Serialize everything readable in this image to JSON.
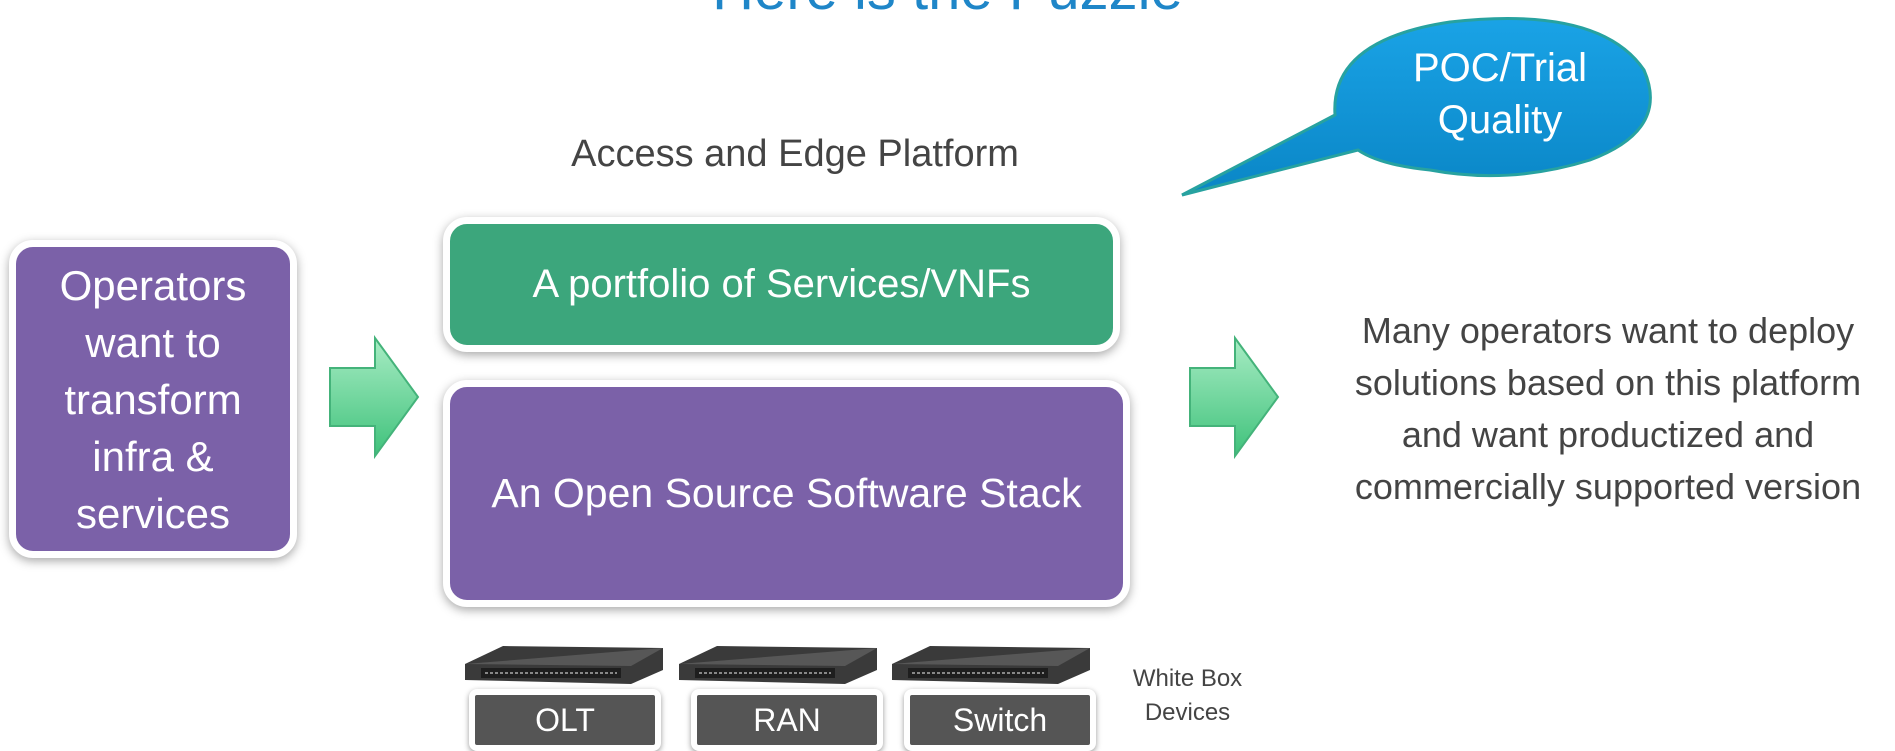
{
  "title": "Here is the Puzzle",
  "platform_label": "Access and Edge Platform",
  "operators_box": {
    "lines": [
      "Operators",
      "want to",
      "transform",
      "infra &",
      "services"
    ]
  },
  "services_box": {
    "label": "A portfolio of Services/VNFs"
  },
  "stack_box": {
    "label": "An Open Source Software Stack"
  },
  "callout": {
    "lines": [
      "POC/Trial",
      "Quality"
    ]
  },
  "right_text": {
    "lines": [
      "Many operators want to deploy",
      "solutions based on this platform",
      "and want  productized and",
      "commercially supported version"
    ]
  },
  "devices": [
    {
      "label": "OLT"
    },
    {
      "label": "RAN"
    },
    {
      "label": "Switch"
    }
  ],
  "white_box": {
    "lines": [
      "White Box",
      "Devices"
    ]
  },
  "colors": {
    "title": "#1f86c8",
    "purple": "#7b61a8",
    "green": "#3ca67c",
    "arrow": "#5fd394",
    "callout": "#0e95d6"
  }
}
